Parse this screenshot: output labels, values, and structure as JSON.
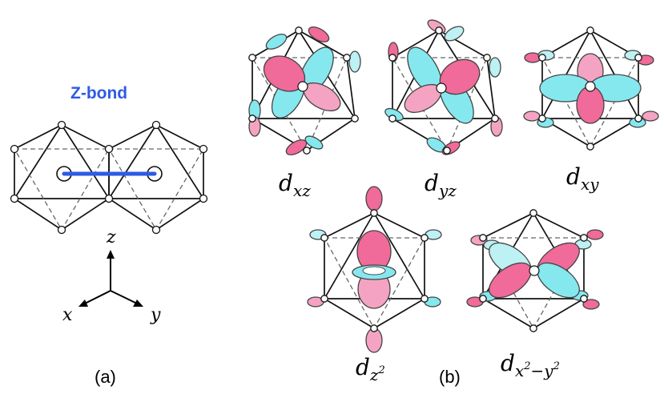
{
  "colors": {
    "pink": "#f06a9a",
    "pink_light": "#f5a3c2",
    "cyan": "#86e8ef",
    "cyan_light": "#bdf1f3",
    "bond": "#2d5be3"
  },
  "panel_a": {
    "bond_label": "Z-bond",
    "axes": {
      "x": "x",
      "y": "y",
      "z": "z"
    },
    "caption": "(a)"
  },
  "panel_b": {
    "caption": "(b)",
    "orbitals": [
      {
        "base": "d",
        "sub": "xz"
      },
      {
        "base": "d",
        "sub": "yz"
      },
      {
        "base": "d",
        "sub": "xy"
      },
      {
        "base": "d",
        "sub": "z",
        "sup": "2"
      },
      {
        "base": "d",
        "sub": "x",
        "sub_sup": "2",
        "sub_rest": "−y",
        "sub_sup2": "2"
      }
    ]
  }
}
